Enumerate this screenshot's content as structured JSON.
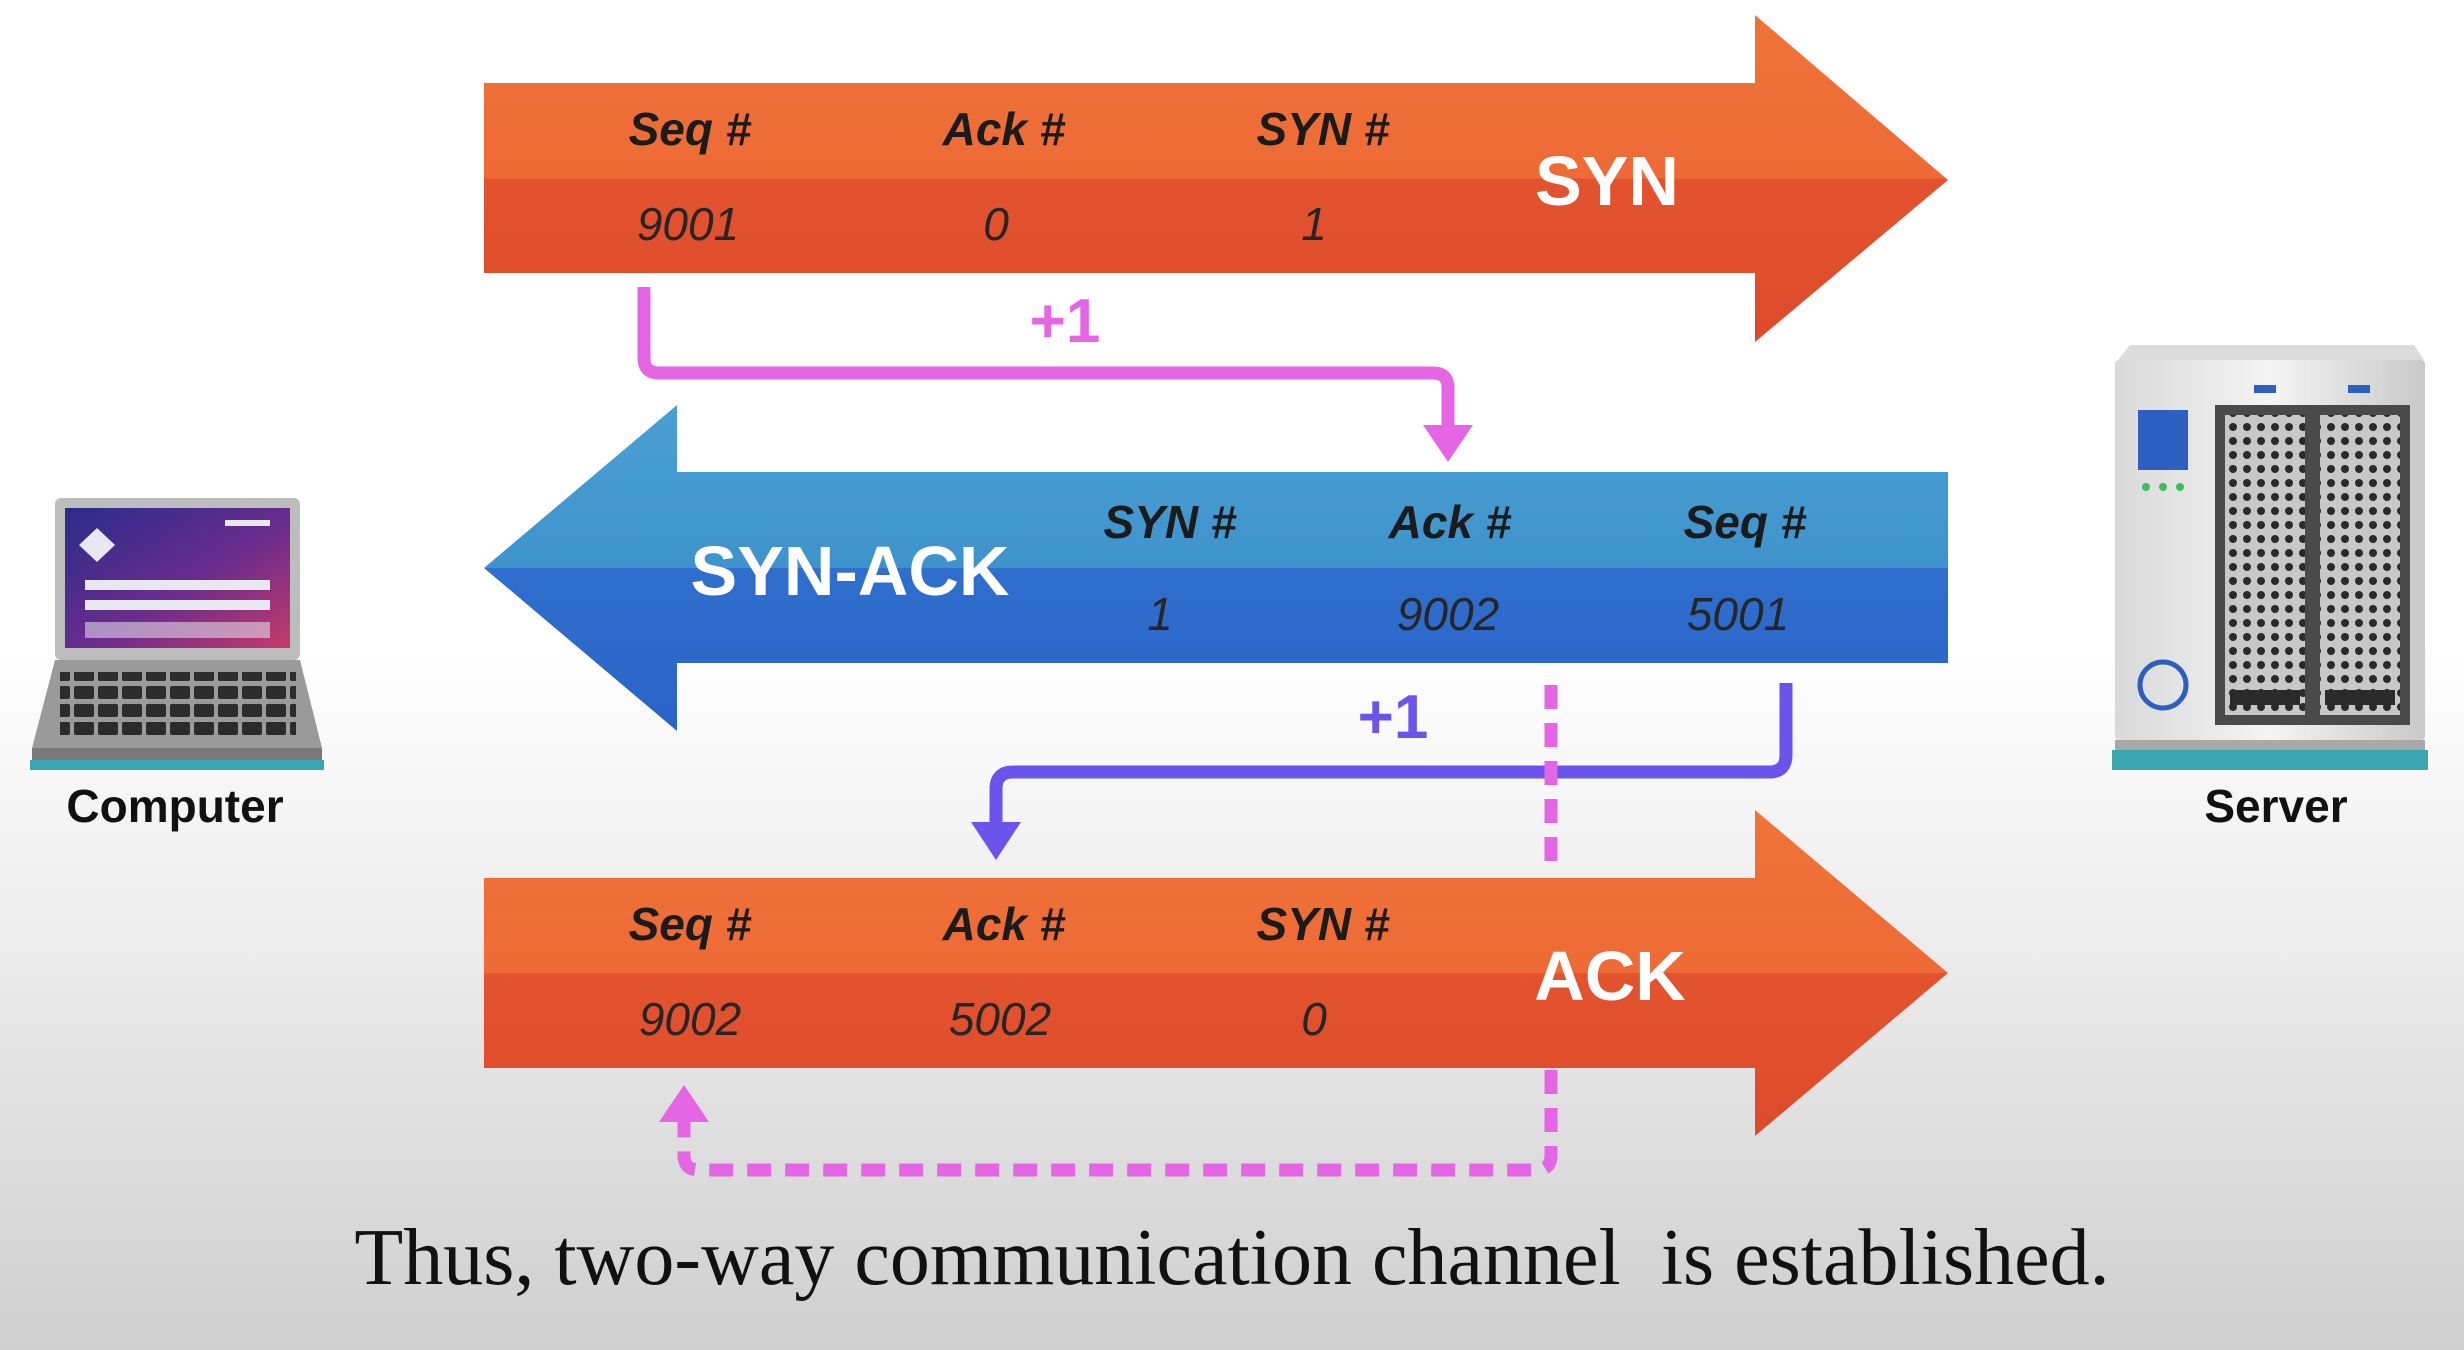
{
  "devices": {
    "client_label": "Computer",
    "server_label": "Server"
  },
  "syn": {
    "name": "SYN",
    "headers": [
      "Seq #",
      "Ack #",
      "SYN #"
    ],
    "values": [
      "9001",
      "0",
      "1"
    ]
  },
  "syn_ack": {
    "name": "SYN-ACK",
    "headers": [
      "SYN #",
      "Ack #",
      "Seq #"
    ],
    "values": [
      "1",
      "9002",
      "5001"
    ]
  },
  "ack": {
    "name": "ACK",
    "headers": [
      "Seq #",
      "Ack #",
      "SYN #"
    ],
    "values": [
      "9002",
      "5002",
      "0"
    ]
  },
  "increments": {
    "syn_to_synack": "+1",
    "synack_to_ack": "+1"
  },
  "caption": "Thus, two-way communication channel  is established.",
  "colors": {
    "orange_top": "#ec6a36",
    "orange_bottom": "#e1502d",
    "blue_top": "#3f95cc",
    "blue_bottom": "#2d6ccc",
    "magenta_connector": "#e466e4",
    "violet_connector": "#6b54ec"
  }
}
